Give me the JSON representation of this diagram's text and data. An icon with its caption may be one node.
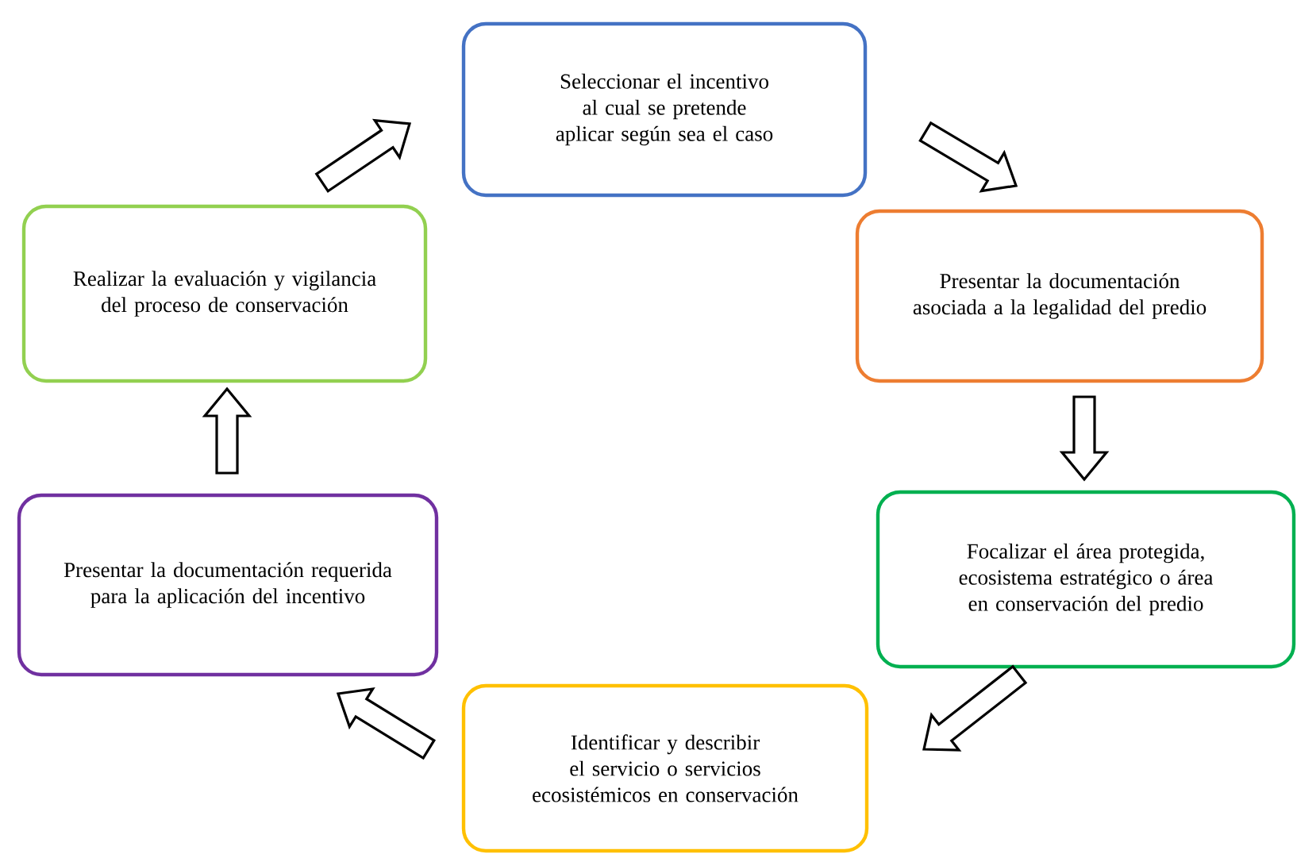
{
  "diagram": {
    "nodes": [
      {
        "text": [
          "Seleccionar el incentivo al cual se pretende aplicar según sea el caso"
        ]
      },
      {
        "text": [
          "Presentar la documentación asociada a la legalidad del predio"
        ]
      },
      {
        "text": [
          "Focalizar el área protegida, ecosistema estratégico o área en conservación del predio"
        ]
      },
      {
        "text": [
          "Identificar y describir el servicio o servicios ecosistémicos en conservación"
        ]
      },
      {
        "text": [
          "Presentar la documentación requerida para la aplicación del incentivo"
        ]
      },
      {
        "text": [
          "Realizar la evaluación y vigilancia del proceso de conservación"
        ]
      }
    ],
    "edges": [
      {
        "from": 0,
        "to": 1,
        "arrow": "to"
      },
      {
        "from": 1,
        "to": 2,
        "arrow": "to"
      },
      {
        "from": 2,
        "to": 3,
        "arrow": "to"
      },
      {
        "from": 3,
        "to": 4,
        "arrow": "to"
      },
      {
        "from": 4,
        "to": 5,
        "arrow": "to"
      },
      {
        "from": 5,
        "to": 0,
        "arrow": "to"
      }
    ]
  }
}
